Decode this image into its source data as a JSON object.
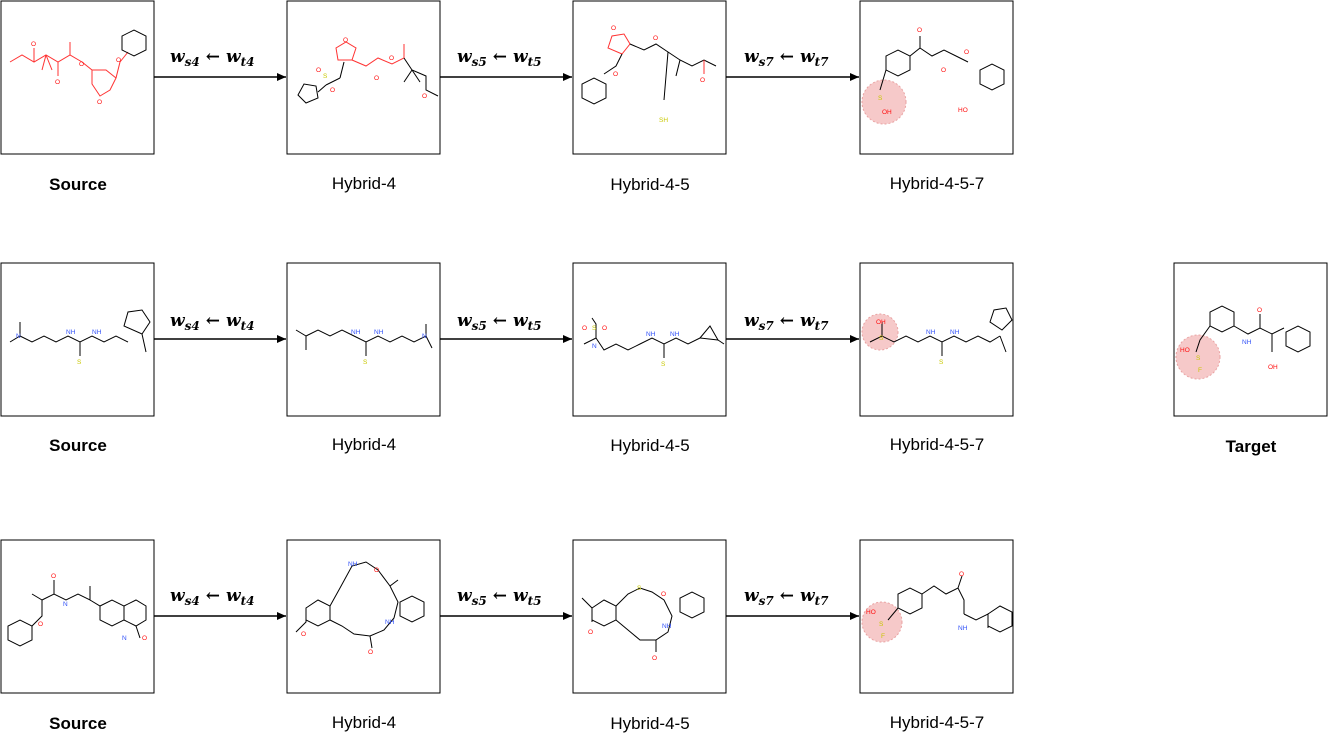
{
  "rows": [
    {
      "row": "row-1",
      "stages": [
        {
          "label": "Source",
          "bold": true
        },
        {
          "label": "Hybrid-4",
          "bold": false
        },
        {
          "label": "Hybrid-4-5",
          "bold": false
        },
        {
          "label": "Hybrid-4-5-7",
          "bold": false
        }
      ],
      "arrows": [
        {
          "lhs": "w",
          "lhs_sub": "s4",
          "op": "←",
          "rhs": "w",
          "rhs_sub": "t4"
        },
        {
          "lhs": "w",
          "lhs_sub": "s5",
          "op": "←",
          "rhs": "w",
          "rhs_sub": "t5"
        },
        {
          "lhs": "w",
          "lhs_sub": "s7",
          "op": "←",
          "rhs": "w",
          "rhs_sub": "t7"
        }
      ]
    },
    {
      "row": "row-2",
      "stages": [
        {
          "label": "Source",
          "bold": true
        },
        {
          "label": "Hybrid-4",
          "bold": false
        },
        {
          "label": "Hybrid-4-5",
          "bold": false
        },
        {
          "label": "Hybrid-4-5-7",
          "bold": false
        }
      ],
      "arrows": [
        {
          "lhs": "w",
          "lhs_sub": "s4",
          "op": "←",
          "rhs": "w",
          "rhs_sub": "t4"
        },
        {
          "lhs": "w",
          "lhs_sub": "s5",
          "op": "←",
          "rhs": "w",
          "rhs_sub": "t5"
        },
        {
          "lhs": "w",
          "lhs_sub": "s7",
          "op": "←",
          "rhs": "w",
          "rhs_sub": "t7"
        }
      ]
    },
    {
      "row": "row-3",
      "stages": [
        {
          "label": "Source",
          "bold": true
        },
        {
          "label": "Hybrid-4",
          "bold": false
        },
        {
          "label": "Hybrid-4-5",
          "bold": false
        },
        {
          "label": "Hybrid-4-5-7",
          "bold": false
        }
      ],
      "arrows": [
        {
          "lhs": "w",
          "lhs_sub": "s4",
          "op": "←",
          "rhs": "w",
          "rhs_sub": "t4"
        },
        {
          "lhs": "w",
          "lhs_sub": "s5",
          "op": "←",
          "rhs": "w",
          "rhs_sub": "t5"
        },
        {
          "lhs": "w",
          "lhs_sub": "s7",
          "op": "←",
          "rhs": "w",
          "rhs_sub": "t7"
        }
      ]
    }
  ],
  "target": {
    "label": "Target",
    "bold": true
  },
  "atom_labels": {
    "O": "O",
    "N": "N",
    "S": "S",
    "NH": "NH",
    "HO": "HO",
    "OH": "OH",
    "SH": "SH",
    "F": "F"
  },
  "colors": {
    "frame": "#000000",
    "bond": "#000000",
    "oxygen": "#ff0d0d",
    "nitrogen": "#3050f8",
    "sulfur": "#c8c800",
    "highlight_fill": "#f6c9c9",
    "highlight_stroke": "#e9a3a3",
    "source_bonds": "#ff3333"
  }
}
